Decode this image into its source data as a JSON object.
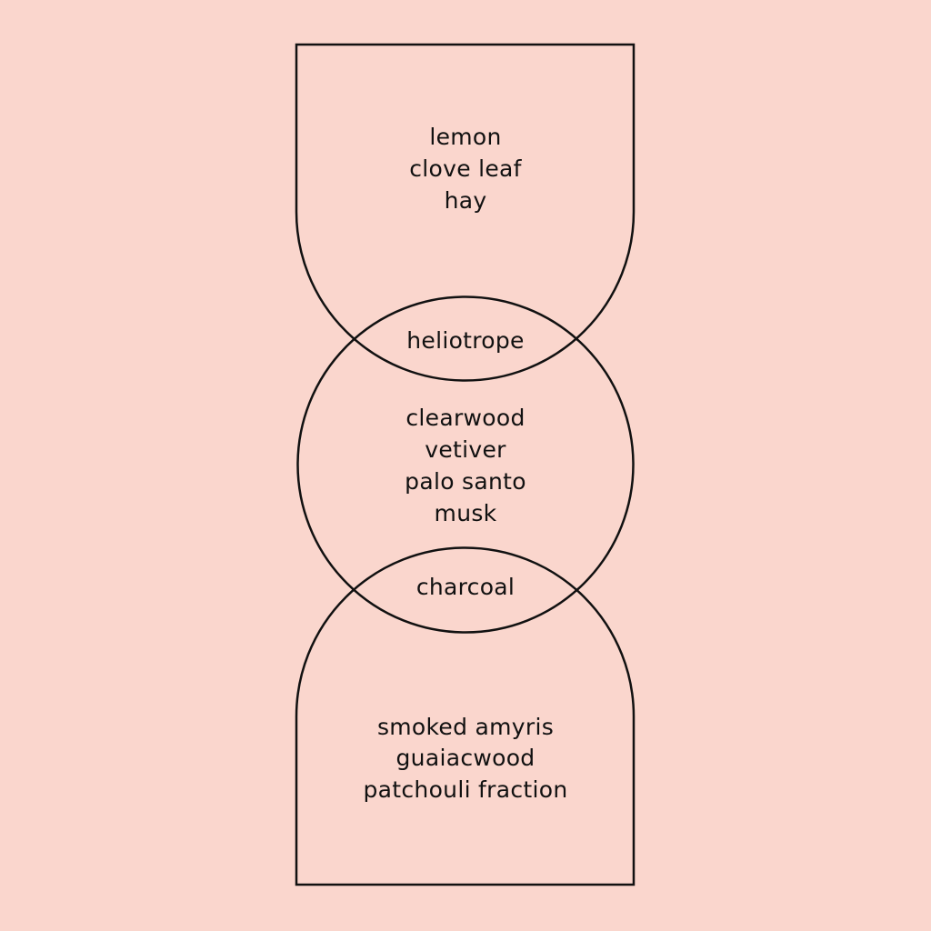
{
  "colors": {
    "background": "#fad6cd",
    "stroke": "#111111",
    "text": "#111111"
  },
  "diagram": {
    "top_section": {
      "notes": [
        "lemon",
        "clove leaf",
        "hay"
      ]
    },
    "top_overlap": {
      "note": "heliotrope"
    },
    "middle_section": {
      "notes": [
        "clearwood",
        "vetiver",
        "palo santo",
        "musk"
      ]
    },
    "bottom_overlap": {
      "note": "charcoal"
    },
    "bottom_section": {
      "notes": [
        "smoked amyris",
        "guaiacwood",
        "patchouli fraction"
      ]
    }
  }
}
